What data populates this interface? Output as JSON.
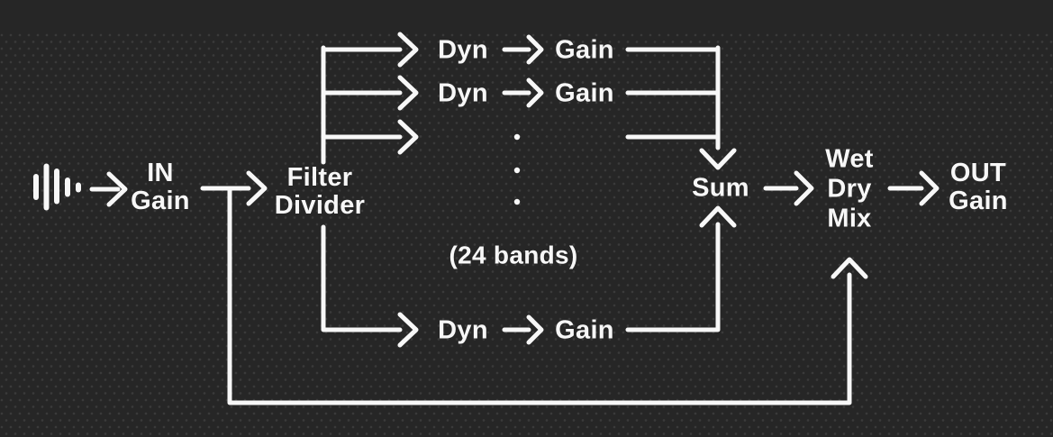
{
  "colors": {
    "background": "#262626",
    "dot": "#3a3a3a",
    "line": "#f7f7f7",
    "text": "#f7f7f7"
  },
  "diagram": {
    "source": {
      "icon": "audio-waveform-icon"
    },
    "in_gain": {
      "line1": "IN",
      "line2": "Gain"
    },
    "filter_divider": {
      "line1": "Filter",
      "line2": "Divider"
    },
    "bands": {
      "note": "(24 bands)",
      "rows": [
        {
          "dyn": "Dyn",
          "gain": "Gain"
        },
        {
          "dyn": "Dyn",
          "gain": "Gain"
        },
        {
          "dyn": "Dyn",
          "gain": "Gain"
        }
      ]
    },
    "sum": "Sum",
    "wet_dry_mix": {
      "line1": "Wet",
      "line2": "Dry",
      "line3": "Mix"
    },
    "out_gain": {
      "line1": "OUT",
      "line2": "Gain"
    }
  }
}
